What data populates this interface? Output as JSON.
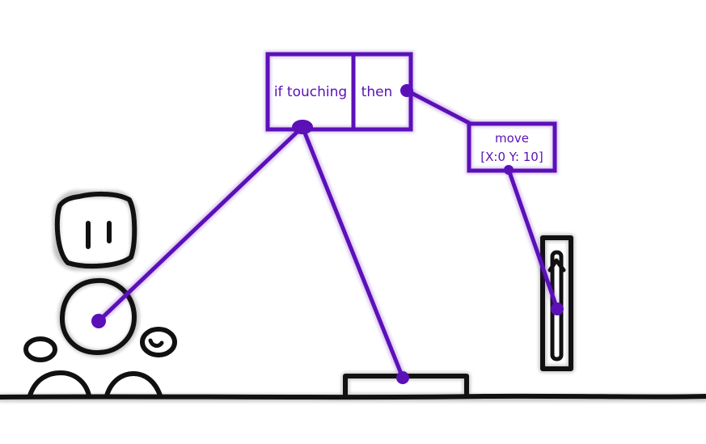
{
  "logic_block": {
    "condition_label": "if touching",
    "action_label": "then"
  },
  "move_block": {
    "line1": "move",
    "line2": "[X:0 Y: 10]"
  },
  "colors": {
    "accent": "#5b10b8",
    "ink": "#111111",
    "background": "#ffffff"
  }
}
